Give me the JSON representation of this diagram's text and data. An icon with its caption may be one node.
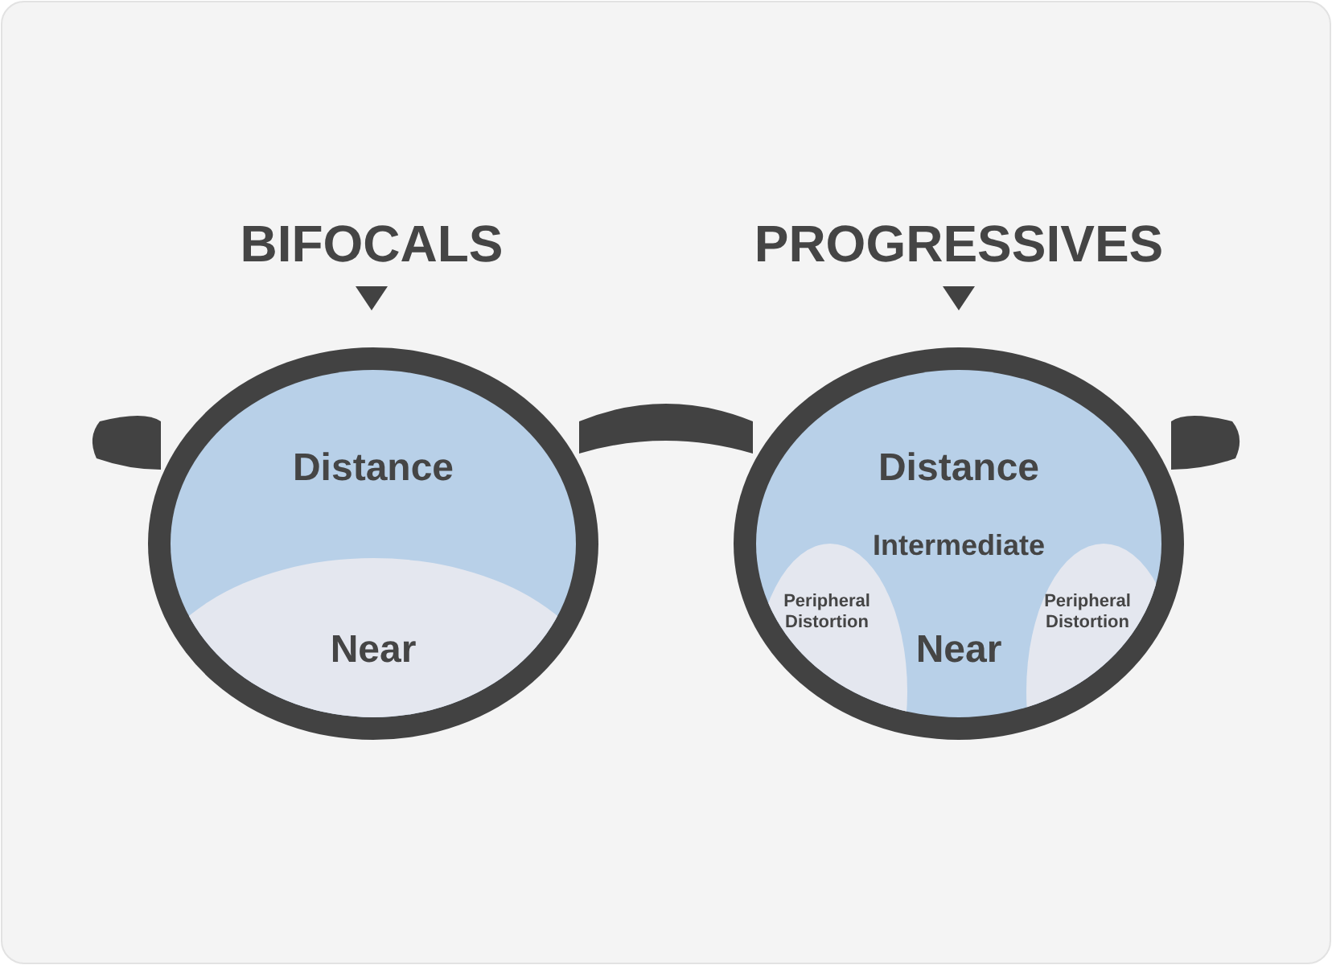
{
  "diagram": {
    "nodes": [
      {
        "text": [
          "Distance"
        ]
      },
      {
        "text": [
          "Near"
        ]
      },
      {
        "text": [
          "Distance"
        ]
      },
      {
        "text": [
          "Intermediate"
        ]
      },
      {
        "text": [
          "Peripheral Distortion"
        ]
      },
      {
        "text": [
          "Near"
        ]
      },
      {
        "text": [
          "Peripheral Distortion"
        ]
      }
    ],
    "edges": [],
    "labels": [
      "BIFOCALS",
      "PROGRESSIVES"
    ]
  }
}
